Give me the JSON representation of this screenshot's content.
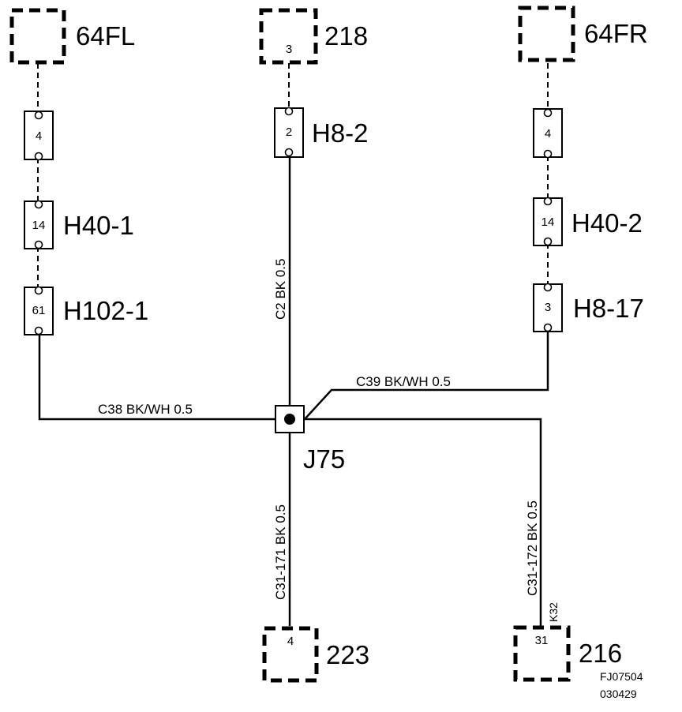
{
  "components": {
    "c64FL": "64FL",
    "c218": "218",
    "c218_pin": "3",
    "c64FR": "64FR",
    "c223": "223",
    "c223_pin": "4",
    "c216": "216",
    "c216_pin": "31"
  },
  "connectors": {
    "left_top_pin": "4",
    "h40_1": "H40-1",
    "h40_1_pin": "14",
    "h102_1": "H102-1",
    "h102_1_pin": "61",
    "h8_2": "H8-2",
    "h8_2_pin": "2",
    "right_top_pin": "4",
    "h40_2": "H40-2",
    "h40_2_pin": "14",
    "h8_17": "H8-17",
    "h8_17_pin": "3"
  },
  "junction": {
    "label": "J75"
  },
  "wires": {
    "c2": "C2  BK  0.5",
    "c38": "C38  BK/WH  0.5",
    "c39": "C39  BK/WH  0.5",
    "c31_171": "C31-171  BK  0.5",
    "c31_172": "C31-172  BK  0.5",
    "k32": "K32"
  },
  "footer": {
    "code": "FJ07504",
    "date": "030429"
  }
}
